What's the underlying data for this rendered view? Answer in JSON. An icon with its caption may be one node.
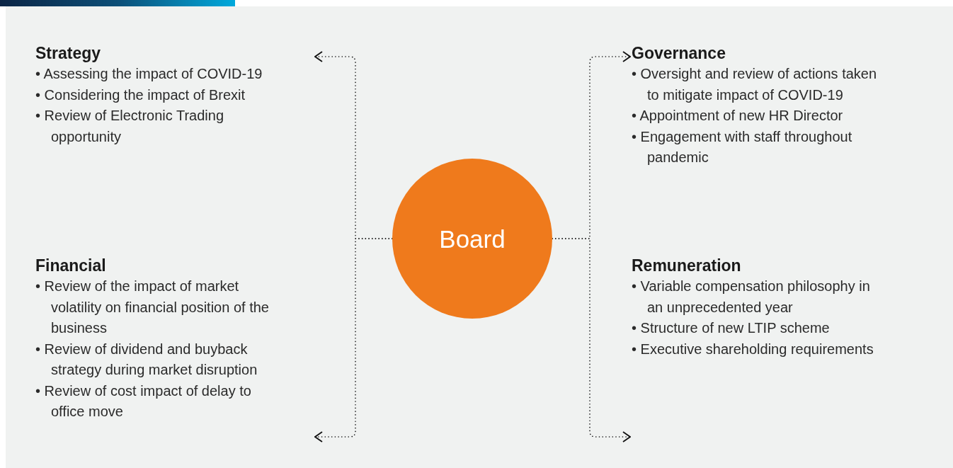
{
  "diagram": {
    "nodes": [
      {
        "text": [
          "Strategy",
          "• Assessing the impact of COVID-19",
          "• Considering the impact of Brexit",
          "• Review of Electronic Trading opportunity"
        ]
      },
      {
        "text": [
          "Governance",
          "• Oversight and review of actions taken to mitigate impact of COVID-19",
          "• Appointment of new HR Director",
          "• Engagement with staff throughout pandemic"
        ]
      },
      {
        "text": [
          "Board"
        ]
      },
      {
        "text": [
          "Financial",
          "• Review of the impact of market volatility on financial position of the business",
          "• Review of dividend and buyback strategy during market disruption",
          "• Review of cost impact of delay to office move"
        ]
      },
      {
        "text": [
          "Remuneration",
          "• Variable compensation philosophy in an unprecedented year",
          "• Structure of new LTIP scheme",
          "• Executive shareholding requirements"
        ]
      }
    ],
    "edges": [
      {
        "from": 2,
        "to": 0,
        "arrow": "to",
        "style": "dashed"
      },
      {
        "from": 2,
        "to": 3,
        "arrow": "to",
        "style": "dashed"
      },
      {
        "from": 2,
        "to": 1,
        "arrow": "to",
        "style": "dashed"
      },
      {
        "from": 2,
        "to": 4,
        "arrow": "to",
        "style": "dashed"
      }
    ]
  }
}
